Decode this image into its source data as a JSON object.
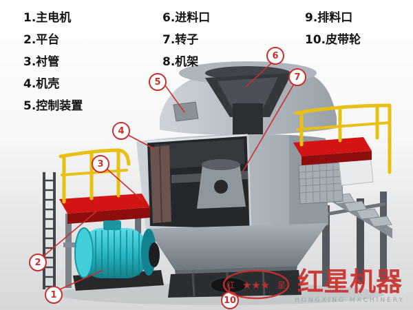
{
  "legend": {
    "column1": [
      "1.主电机",
      "2.平台",
      "3.衬管",
      "4.机壳",
      "5.控制装置"
    ],
    "column2": [
      "6.进料口",
      "7.转子",
      "8.机架"
    ],
    "column3": [
      "9.排料口",
      "10.皮带轮"
    ]
  },
  "callouts": {
    "c1": "1",
    "c2": "2",
    "c3": "3",
    "c4": "4",
    "c5": "5",
    "c6": "6",
    "c7": "7",
    "c10": "10"
  },
  "watermark": {
    "brand": "红星机器",
    "tagline": "HONGXING MACHINERY",
    "logo_left": "红",
    "logo_right": "星",
    "logo_stars": "★★★"
  },
  "colors": {
    "accent": "#c9302c",
    "platform-red": "#d31414",
    "railing-yellow": "#e7c013",
    "motor-teal": "#29bcc7",
    "body-gray": "#b7bec5"
  }
}
